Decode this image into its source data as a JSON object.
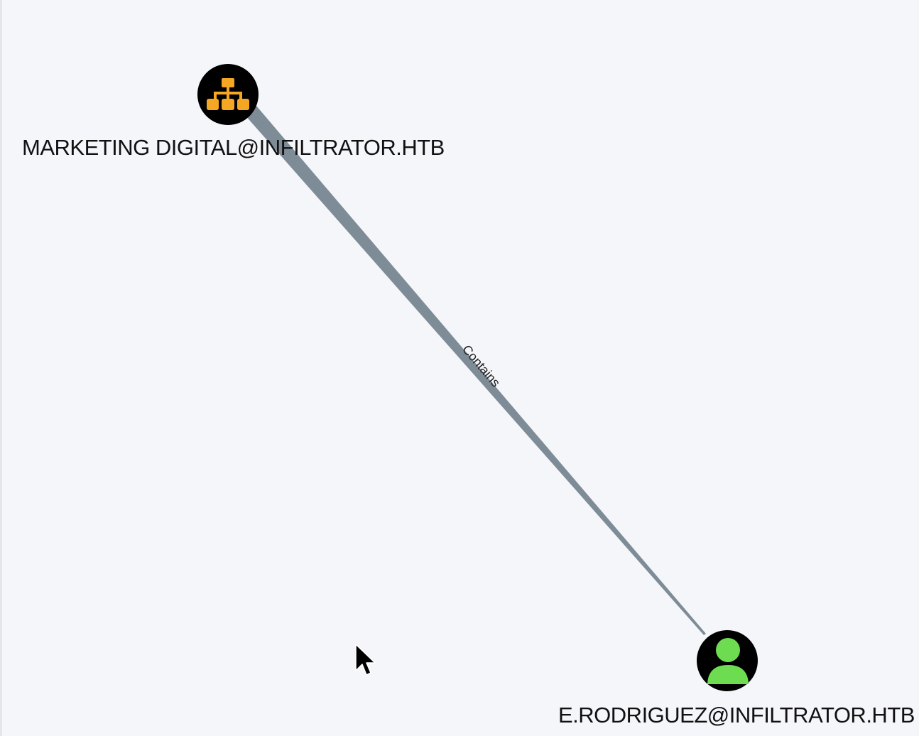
{
  "graph": {
    "nodes": [
      {
        "id": "group",
        "label": "MARKETING DIGITAL@INFILTRATOR.HTB",
        "icon": "group-hierarchy-icon",
        "icon_color": "#f5a623"
      },
      {
        "id": "user",
        "label": "E.RODRIGUEZ@INFILTRATOR.HTB",
        "icon": "user-icon",
        "icon_color": "#6ddc50"
      }
    ],
    "edges": [
      {
        "source": "group",
        "target": "user",
        "label": "Contains",
        "color": "#7e8c97"
      }
    ]
  },
  "colors": {
    "background": "#f4f6f9",
    "node_fill": "#000000"
  },
  "cursor": {
    "icon": "mouse-pointer-icon"
  }
}
